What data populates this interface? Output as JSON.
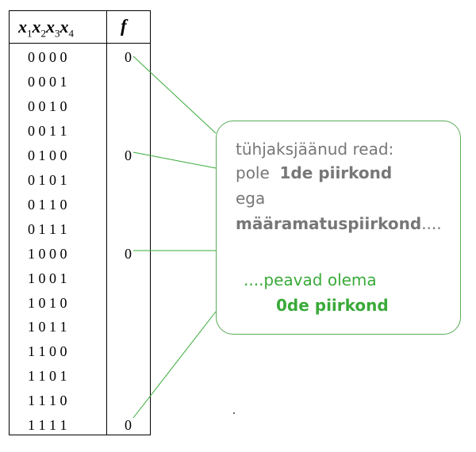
{
  "table": {
    "header": {
      "x_var": "x",
      "subscripts": [
        "1",
        "2",
        "3",
        "4"
      ],
      "f_label": "f"
    },
    "rows": [
      {
        "bits": "0 0 0 0",
        "f": "0"
      },
      {
        "bits": "0 0 0 1",
        "f": ""
      },
      {
        "bits": "0 0 1 0",
        "f": ""
      },
      {
        "bits": "0 0 1 1",
        "f": ""
      },
      {
        "bits": "0 1 0 0",
        "f": "0"
      },
      {
        "bits": "0 1 0 1",
        "f": ""
      },
      {
        "bits": "0 1 1 0",
        "f": ""
      },
      {
        "bits": "0 1 1 1",
        "f": ""
      },
      {
        "bits": "1 0 0 0",
        "f": "0"
      },
      {
        "bits": "1 0 0 1",
        "f": ""
      },
      {
        "bits": "1 0 1 0",
        "f": ""
      },
      {
        "bits": "1 0 1 1",
        "f": ""
      },
      {
        "bits": "1 1 0 0",
        "f": ""
      },
      {
        "bits": "1 1 0 1",
        "f": ""
      },
      {
        "bits": "1 1 1 0",
        "f": ""
      },
      {
        "bits": "1 1 1 1",
        "f": "0"
      }
    ]
  },
  "callout": {
    "line1": "tühjaksjäänud read:",
    "line2_prefix": "pole",
    "line2_bold": "1de piirkond",
    "line3": "ega",
    "line4_bold": "määramatuspiirkond",
    "line4_suffix": "....",
    "line5": "....peavad olema",
    "line6_bold": "0de piirkond"
  },
  "colors": {
    "connector": "#3aaa3a",
    "callout_border": "#5aaa5a",
    "callout_text": "#777777",
    "highlight_text": "#3aaa3a"
  }
}
